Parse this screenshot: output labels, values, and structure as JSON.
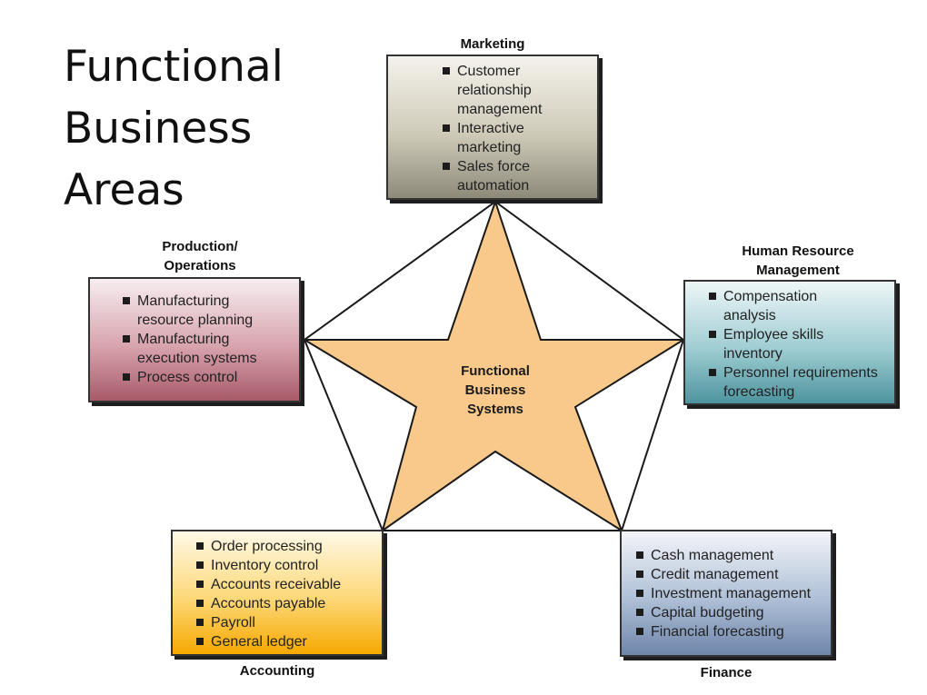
{
  "slide": {
    "title_lines": [
      "Functional",
      "Business",
      "Areas"
    ]
  },
  "center": {
    "label_lines": [
      "Functional",
      "Business",
      "Systems"
    ],
    "star_color": "#f8c98a"
  },
  "areas": {
    "marketing": {
      "name": "Marketing",
      "items": [
        "Customer relationship management",
        "Interactive marketing",
        "Sales force automation"
      ]
    },
    "production": {
      "name_lines": [
        "Production/",
        "Operations"
      ],
      "items": [
        "Manufacturing resource planning",
        "Manufacturing execution systems",
        "Process control"
      ]
    },
    "hr": {
      "name_lines": [
        "Human Resource",
        "Management"
      ],
      "items": [
        "Compensation analysis",
        "Employee skills inventory",
        "Personnel requirements forecasting"
      ]
    },
    "accounting": {
      "name": "Accounting",
      "items": [
        "Order processing",
        "Inventory control",
        "Accounts receivable",
        "Accounts payable",
        "Payroll",
        "General ledger"
      ]
    },
    "finance": {
      "name": "Finance",
      "items": [
        "Cash management",
        "Credit management",
        "Investment management",
        "Capital budgeting",
        "Financial forecasting"
      ]
    }
  }
}
